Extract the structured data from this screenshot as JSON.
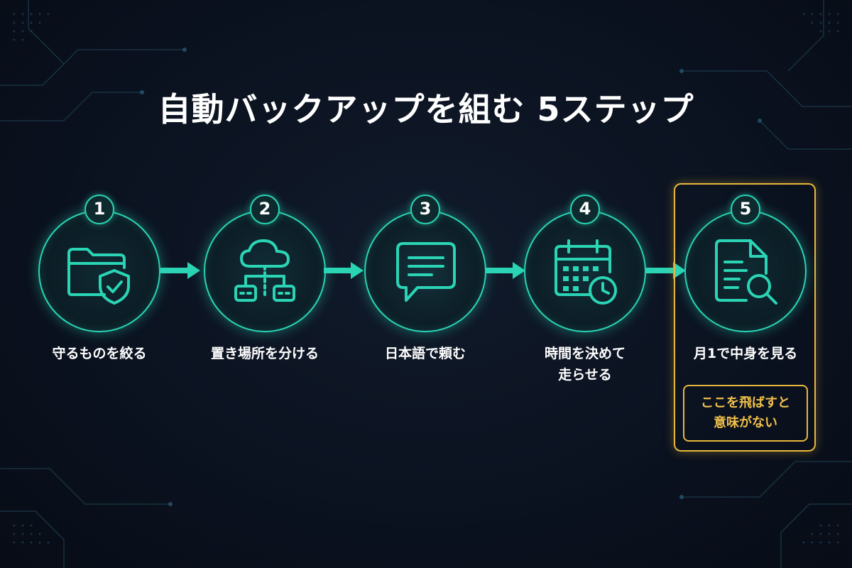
{
  "title": "自動バックアップを組む 5ステップ",
  "steps": [
    {
      "number": "1",
      "label": "守るものを絞る",
      "icon": "folder-shield-icon"
    },
    {
      "number": "2",
      "label": "置き場所を分ける",
      "icon": "cloud-network-icon"
    },
    {
      "number": "3",
      "label": "日本語で頼む",
      "icon": "chat-bubble-icon"
    },
    {
      "number": "4",
      "label": "時間を決めて\n走らせる",
      "icon": "calendar-clock-icon"
    },
    {
      "number": "5",
      "label": "月1で中身を見る",
      "icon": "document-search-icon"
    }
  ],
  "warning": {
    "text": "ここを飛ばすと\n意味がない"
  },
  "colors": {
    "background": "#0b1220",
    "accent": "#2ad4b4",
    "highlight": "#e8b83c",
    "text": "#ffffff"
  }
}
